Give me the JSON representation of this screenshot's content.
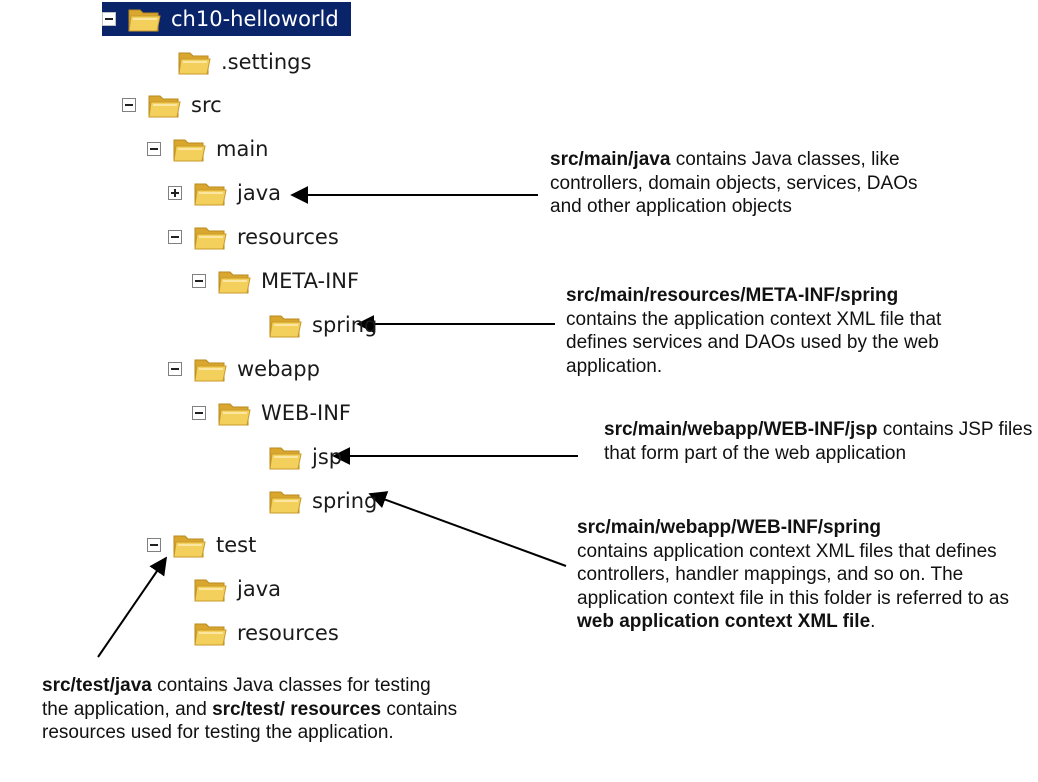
{
  "tree": [
    {
      "label": "ch10-helloworld",
      "toggle": "minus",
      "selected": true
    },
    {
      "label": ".settings",
      "toggle": "none"
    },
    {
      "label": "src",
      "toggle": "minus"
    },
    {
      "label": "main",
      "toggle": "minus"
    },
    {
      "label": "java",
      "toggle": "plus"
    },
    {
      "label": "resources",
      "toggle": "minus"
    },
    {
      "label": "META-INF",
      "toggle": "minus"
    },
    {
      "label": "spring",
      "toggle": "none"
    },
    {
      "label": "webapp",
      "toggle": "minus"
    },
    {
      "label": "WEB-INF",
      "toggle": "minus"
    },
    {
      "label": "jsp",
      "toggle": "none"
    },
    {
      "label": "spring",
      "toggle": "none"
    },
    {
      "label": "test",
      "toggle": "minus"
    },
    {
      "label": "java",
      "toggle": "none"
    },
    {
      "label": "resources",
      "toggle": "none"
    }
  ],
  "callouts": {
    "main_java": {
      "path": "src/main/java",
      "text": " contains Java classes, like controllers, domain objects, services, DAOs and other application objects"
    },
    "meta_inf_spring": {
      "path": "src/main/resources/META-INF/spring",
      "text": "contains the application context XML file that defines services and DAOs used by the web application."
    },
    "webinf_jsp": {
      "path": "src/main/webapp/WEB-INF/jsp",
      "text": " contains JSP files that form part of the web application"
    },
    "webinf_spring": {
      "path": "src/main/webapp/WEB-INF/spring",
      "text": "contains application context XML files that defines controllers, handler mappings, and so on. The application context file in this folder is referred to as ",
      "bold_end": "web application context XML file",
      "end": "."
    },
    "test": {
      "path1": "src/test/java",
      "text1": " contains Java classes for testing the application, and ",
      "path2": "src/test/ resources",
      "text2": " contains resources used for testing the application."
    }
  },
  "colors": {
    "selection": "#0a246a",
    "folder": "#f0c850",
    "text": "#111111"
  }
}
